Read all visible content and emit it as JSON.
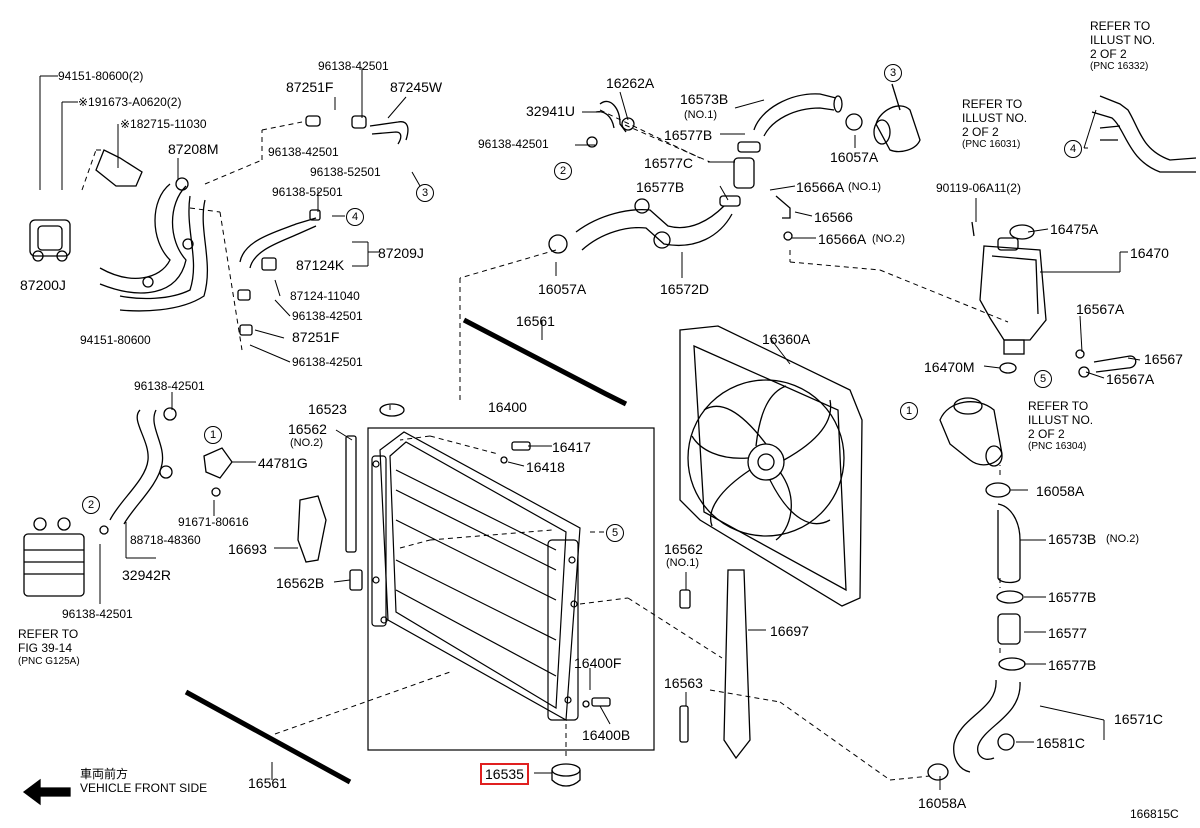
{
  "diagram_id": "166815C",
  "highlighted_part": "16535",
  "direction": {
    "jp": "車両前方",
    "en": "VEHICLE FRONT SIDE"
  },
  "parts": {
    "p94151_80600_2": "94151-80600(2)",
    "p91673": "※191673-A0620(2)",
    "p82715": "※182715-11030",
    "p87208M": "87208M",
    "p87200J": "87200J",
    "p94151_80600": "94151-80600",
    "p96138_42501_a": "96138-42501",
    "p87251F_a": "87251F",
    "p87245W": "87245W",
    "p96138_42501_b": "96138-42501",
    "p96138_52501_a": "96138-52501",
    "p96138_52501_b": "96138-52501",
    "p87209J": "87209J",
    "p87124K": "87124K",
    "p87124_11040": "87124-11040",
    "p96138_42501_c": "96138-42501",
    "p87251F_b": "87251F",
    "p96138_42501_d": "96138-42501",
    "p32941U": "32941U",
    "p16262A": "16262A",
    "p96138_42501_e": "96138-42501",
    "p16573B": "16573B",
    "p16573B_sub": "(NO.1)",
    "p16577B_a": "16577B",
    "p16577C": "16577C",
    "p16577B_b": "16577B",
    "p16057A_a": "16057A",
    "p16566A_no1": "16566A",
    "p16566A_no1_sub": "(NO.1)",
    "p16566": "16566",
    "p16566A_no2": "16566A",
    "p16566A_no2_sub": "(NO.2)",
    "p16057A_b": "16057A",
    "p16572D": "16572D",
    "p90119": "90119-06A11(2)",
    "p16475A": "16475A",
    "p16470": "16470",
    "p16567A_a": "16567A",
    "p16567": "16567",
    "p16567A_b": "16567A",
    "p16470M": "16470M",
    "p16561_a": "16561",
    "p16360A": "16360A",
    "p16400": "16400",
    "p16523": "16523",
    "p16562_no2": "16562",
    "p16562_no2_sub": "(NO.2)",
    "p16417": "16417",
    "p16418": "16418",
    "p96138_42501_f": "96138-42501",
    "p44781G": "44781G",
    "p91671": "91671-80616",
    "p88718": "88718-48360",
    "p32942R": "32942R",
    "p96138_42501_g": "96138-42501",
    "p16693": "16693",
    "p16562B": "16562B",
    "p16562_no1": "16562",
    "p16562_no1_sub": "(NO.1)",
    "p16697": "16697",
    "p16400F": "16400F",
    "p16400B": "16400B",
    "p16563": "16563",
    "p16561_b": "16561",
    "p16535": "16535",
    "p16058A_a": "16058A",
    "p16573B_no2": "16573B",
    "p16573B_no2_sub": "(NO.2)",
    "p16577B_c": "16577B",
    "p16577": "16577",
    "p16577B_d": "16577B",
    "p16571C": "16571C",
    "p16581C": "16581C",
    "p16058A_b": "16058A"
  },
  "refers": {
    "r16332": {
      "l1": "REFER TO",
      "l2": "ILLUST NO.",
      "l3": "2 OF 2",
      "l4": "(PNC 16332)"
    },
    "r16031": {
      "l1": "REFER TO",
      "l2": "ILLUST NO.",
      "l3": "2 OF 2",
      "l4": "(PNC 16031)"
    },
    "r16304": {
      "l1": "REFER TO",
      "l2": "ILLUST NO.",
      "l3": "2 OF 2",
      "l4": "(PNC 16304)"
    },
    "rG125A": {
      "l1": "REFER TO",
      "l2": "FIG 39-14",
      "l3": "(PNC G125A)"
    }
  },
  "callouts": {
    "c1": "1",
    "c2": "2",
    "c3": "3",
    "c4": "4",
    "c5": "5"
  }
}
